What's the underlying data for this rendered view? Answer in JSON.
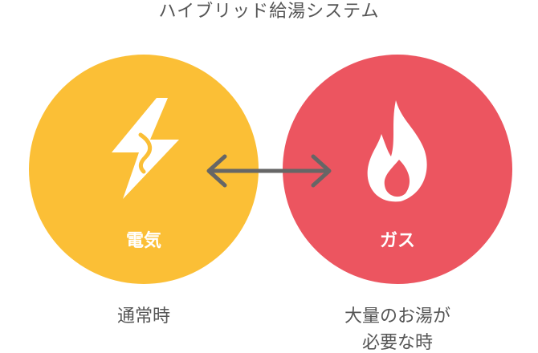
{
  "title": "ハイブリッド給湯システム",
  "nodes": {
    "electric": {
      "label": "電気",
      "caption": "通常時",
      "icon": "lightning-bolt-icon",
      "color": "#fbbf36"
    },
    "gas": {
      "label": "ガス",
      "caption_line1": "大量のお湯が",
      "caption_line2": "必要な時",
      "icon": "flame-icon",
      "color": "#ec5560"
    }
  },
  "connector": {
    "icon": "double-arrow-icon",
    "color": "#666666"
  }
}
